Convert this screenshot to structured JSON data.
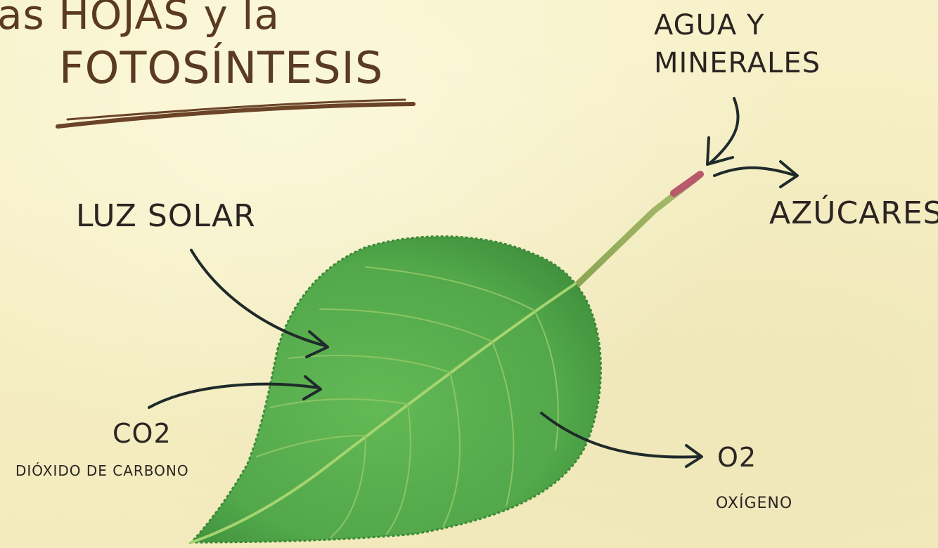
{
  "title": {
    "line1": "as HOJAS y la",
    "line2": "FOTOSÍNTESIS"
  },
  "labels": {
    "water": {
      "line1": "AGUA Y",
      "line2": "MINERALES"
    },
    "sunlight": "LUZ SOLAR",
    "sugars": "AZÚCARES",
    "co2": {
      "formula": "CO2",
      "name": "DIÓXIDO DE CARBONO"
    },
    "o2": {
      "formula": "O2",
      "name": "OXÍGENO"
    }
  },
  "colors": {
    "background": "#f6efc4",
    "title": "#5a3a22",
    "underline": "#6b4428",
    "text": "#2a2422",
    "arrow": "#1f2a2a",
    "leaf": "#5ab04f",
    "leaf_dark": "#3f8f3c",
    "vein": "#9ccf6a",
    "stem": "#8fab5a"
  },
  "icons": {
    "leaf": "leaf-icon"
  }
}
